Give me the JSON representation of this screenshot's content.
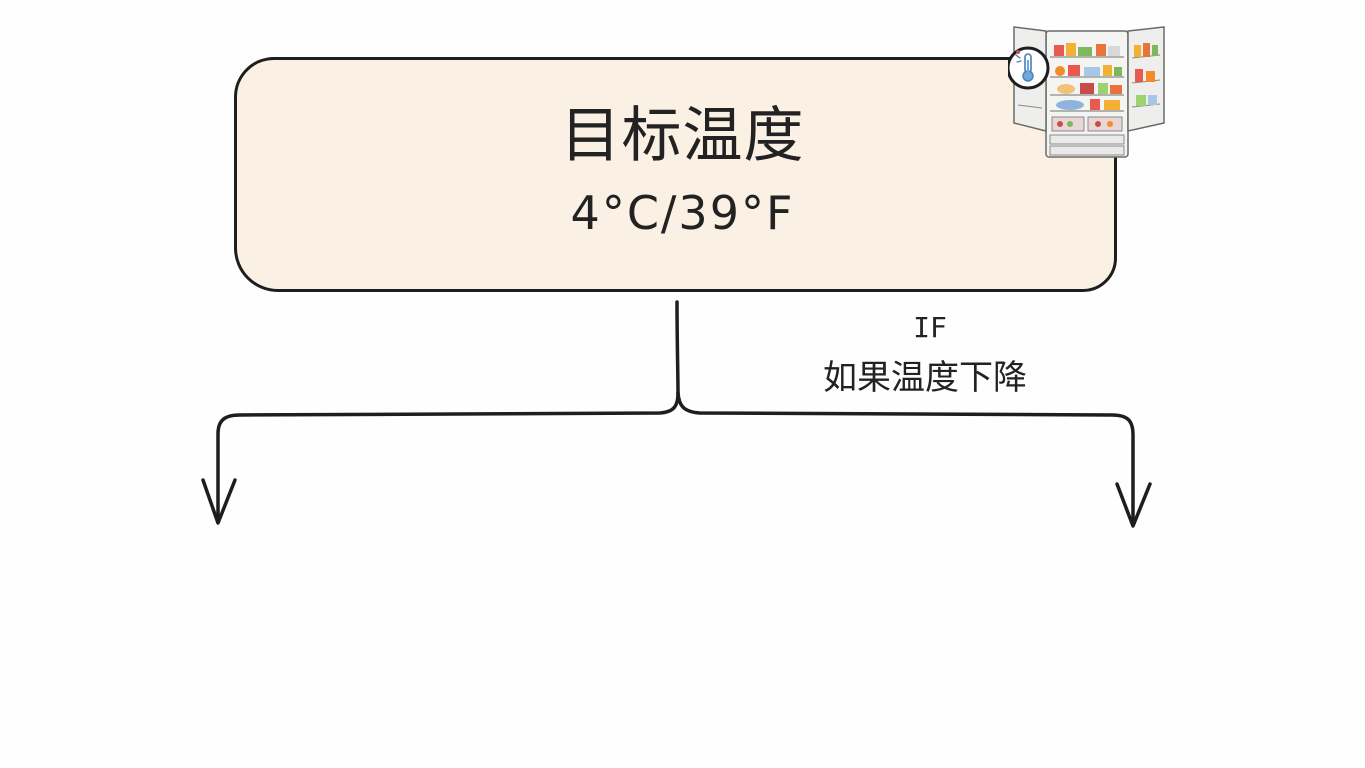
{
  "target": {
    "title": "目标温度",
    "value": "4°C/39°F"
  },
  "branch": {
    "keyword": "IF",
    "condition": "如果温度下降"
  },
  "icons": {
    "badge": "fridge-thermometer-icon"
  },
  "colors": {
    "box_fill": "#fbf0e4",
    "stroke": "#1e1e1e",
    "background": "#fefefe"
  }
}
